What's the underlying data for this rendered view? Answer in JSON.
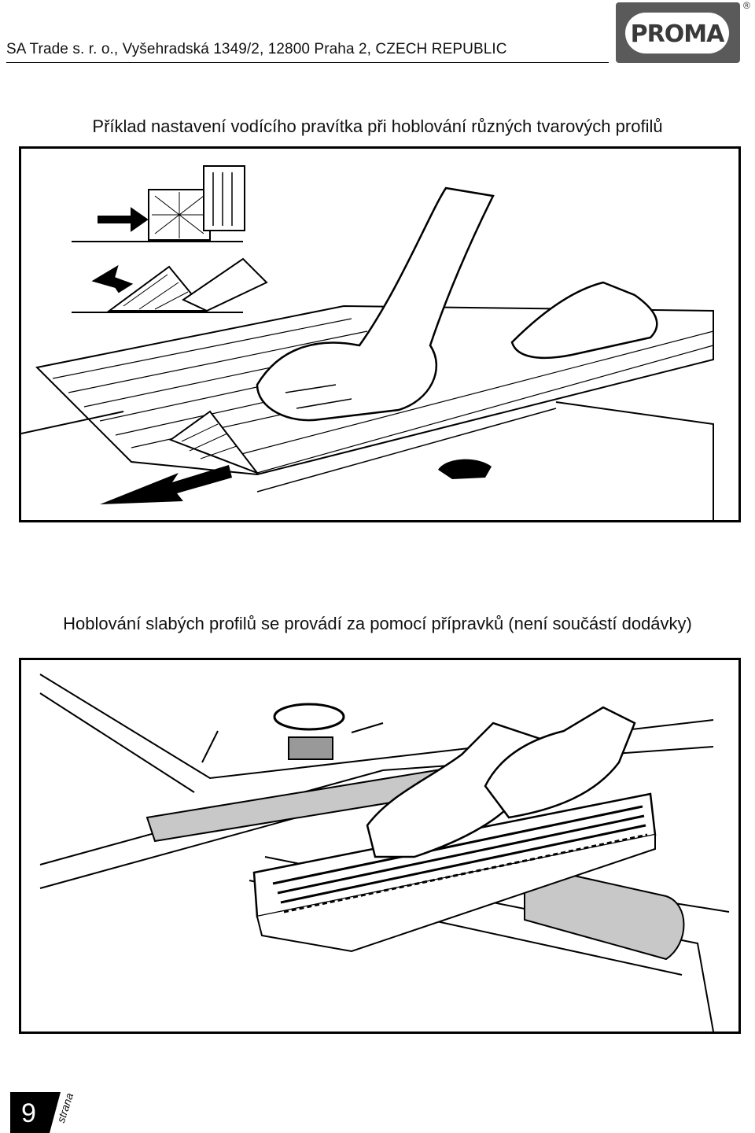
{
  "header": {
    "company_line": "SA Trade s. r. o., Vyšehradská 1349/2, 12800 Praha 2, CZECH REPUBLIC",
    "logo_text": "PROMA",
    "registered_mark": "®"
  },
  "figures": [
    {
      "caption": "Příklad nastavení vodícího pravítka při hoblování různých tvarových profilů"
    },
    {
      "caption": "Hoblování slabých profilů se provádí za pomocí přípravků (není součástí dodávky)"
    }
  ],
  "footer": {
    "page_number": "9",
    "page_word": "strana"
  },
  "colors": {
    "logo_bg": "#5a5a5a",
    "ink": "#000000"
  }
}
